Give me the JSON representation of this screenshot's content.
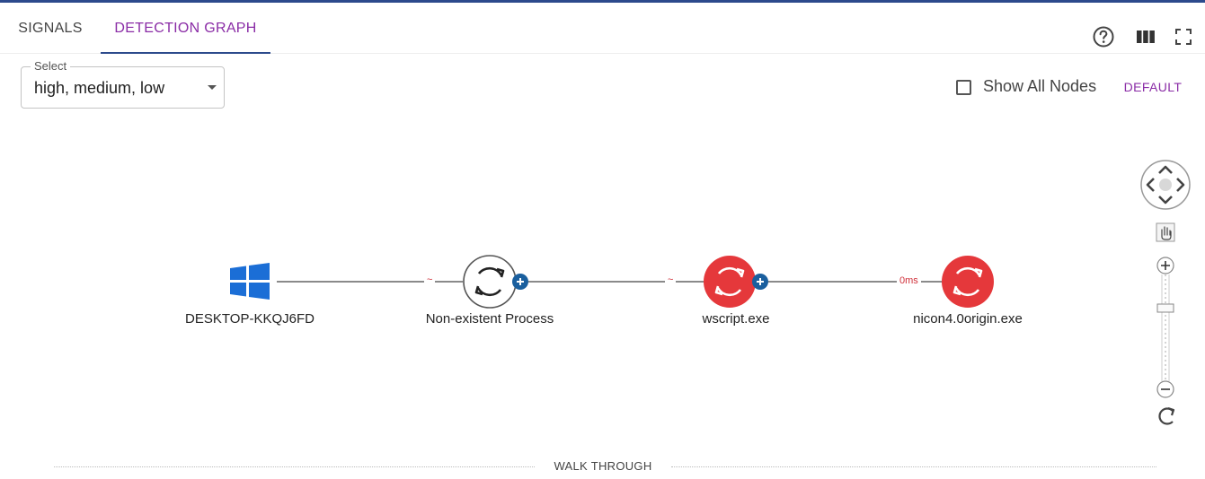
{
  "tabs": [
    {
      "label": "SIGNALS",
      "active": false
    },
    {
      "label": "DETECTION GRAPH",
      "active": true
    }
  ],
  "toolbar": {
    "icons": [
      "help-icon",
      "columns-icon",
      "fullscreen-icon"
    ]
  },
  "filter": {
    "legend": "Select",
    "value": "high, medium, low"
  },
  "show_all_nodes": {
    "label": "Show All Nodes",
    "checked": false
  },
  "default_label": "DEFAULT",
  "graph": {
    "nodes": [
      {
        "label": "DESKTOP-KKQJ6FD",
        "kind": "windows-host",
        "expandable": false
      },
      {
        "label": "Non-existent Process",
        "kind": "process-unknown",
        "expandable": true
      },
      {
        "label": "wscript.exe",
        "kind": "process-alert",
        "expandable": true
      },
      {
        "label": "nicon4.0origin.exe",
        "kind": "process-alert",
        "expandable": false
      }
    ],
    "edges": [
      {
        "label": "~"
      },
      {
        "label": "~"
      },
      {
        "label": "0ms"
      }
    ]
  },
  "colors": {
    "accent": "#8a2ca6",
    "tab_underline": "#2c4a8c",
    "alert_node": "#e5383b",
    "windows_blue": "#1b6ed6",
    "expand_badge": "#1a5f9e",
    "edge_label": "#d0303a"
  },
  "footer": {
    "walkthrough_label": "WALK THROUGH"
  }
}
